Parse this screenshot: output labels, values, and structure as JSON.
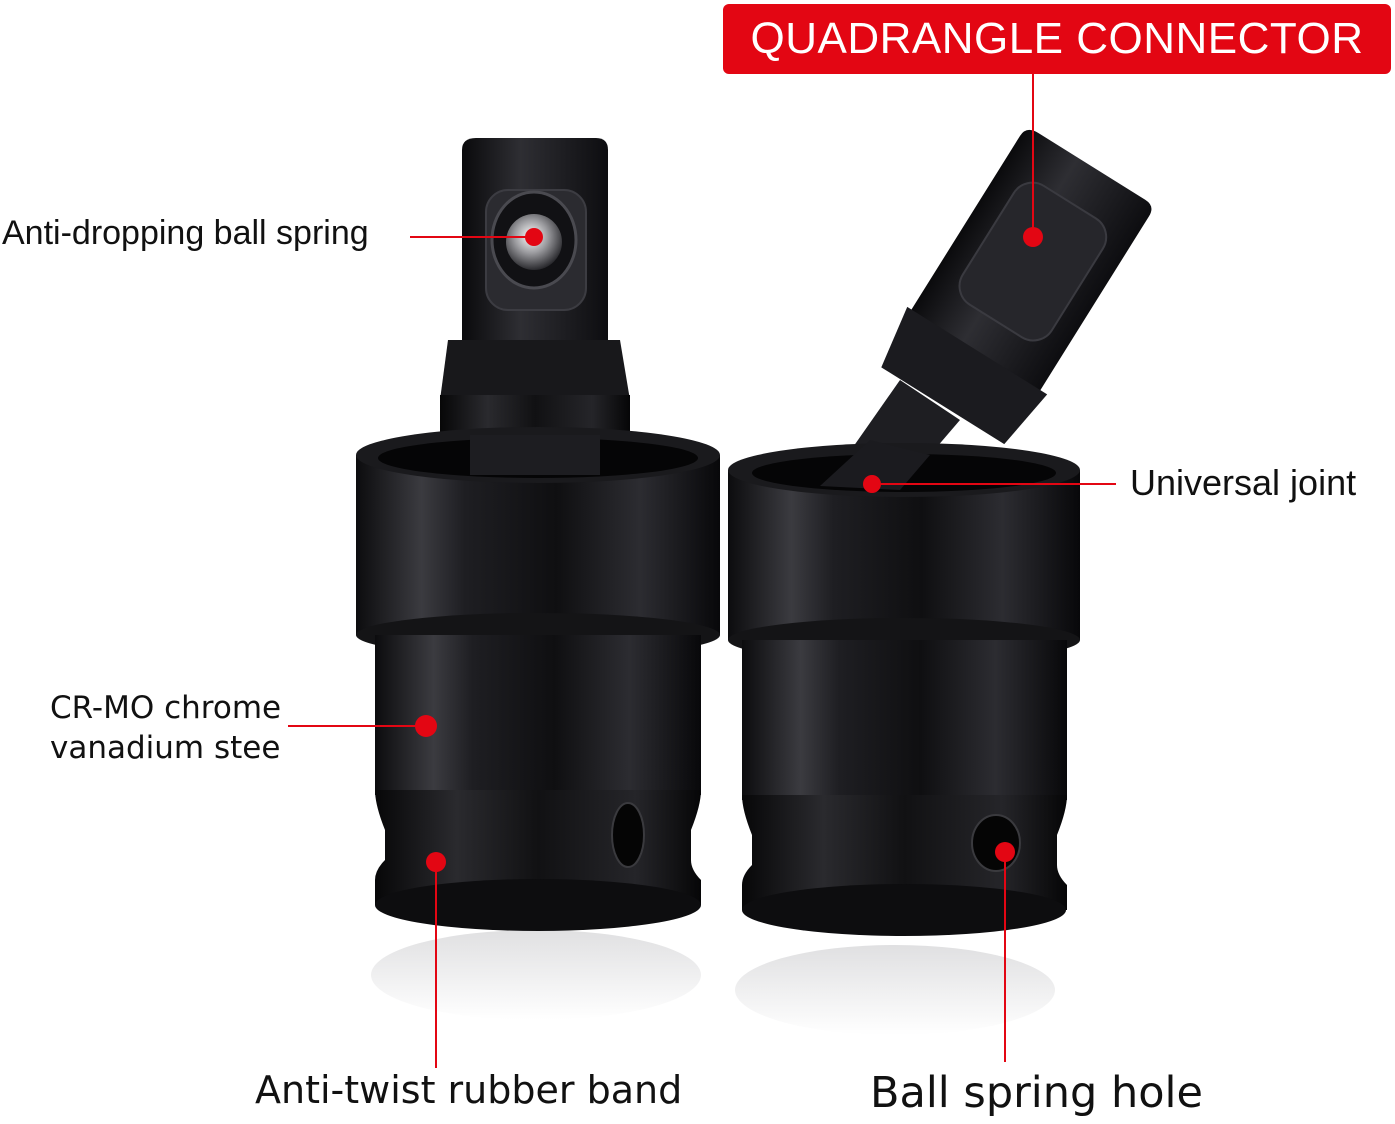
{
  "banner": {
    "text": "QUADRANGLE CONNECTOR"
  },
  "callouts": {
    "anti_dropping": "Anti-dropping ball spring",
    "crmo_line1": "CR-MO chrome",
    "crmo_line2": "vanadium stee",
    "universal_joint": "Universal joint",
    "rubber_band": "Anti-twist rubber band",
    "spring_hole": "Ball spring hole"
  },
  "colors": {
    "accent": "#e30613",
    "tool_body": "#1b1b1d",
    "text": "#111111"
  }
}
